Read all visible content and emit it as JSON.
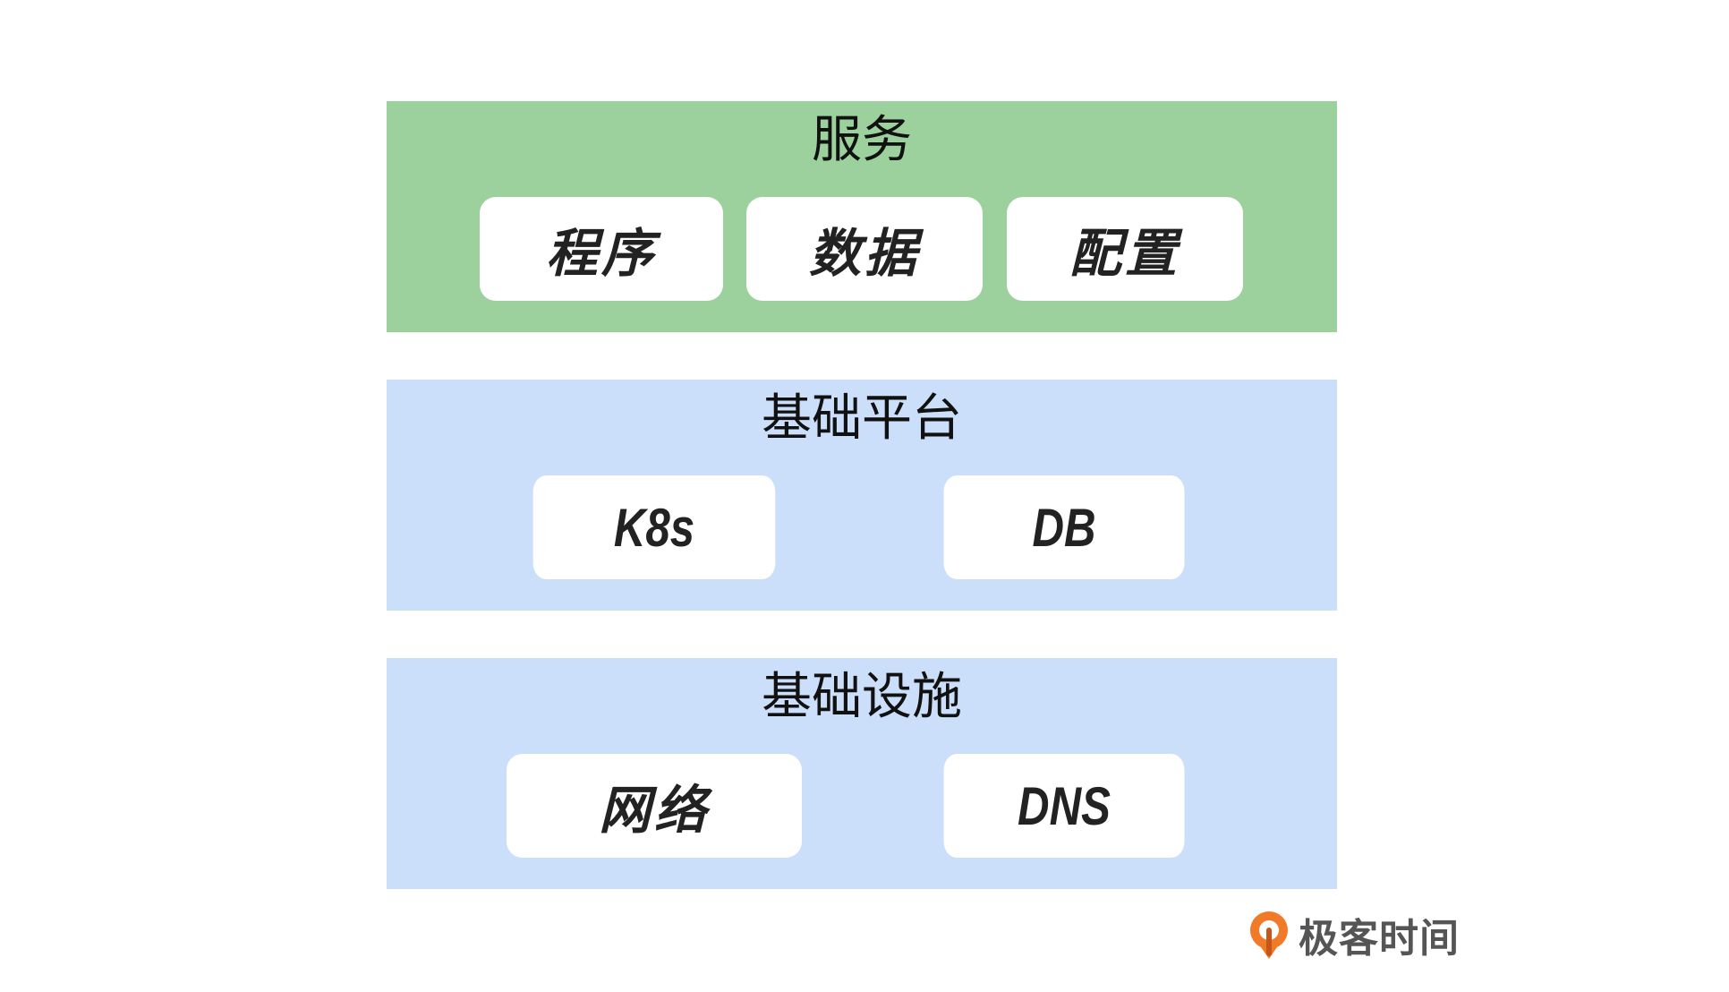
{
  "layers": {
    "services": {
      "title": "服务",
      "items": [
        "程序",
        "数据",
        "配置"
      ],
      "color": "#9cd09d"
    },
    "platform": {
      "title": "基础平台",
      "items": [
        "K8s",
        "DB"
      ],
      "color": "#ccdffa"
    },
    "infrastructure": {
      "title": "基础设施",
      "items": [
        "网络",
        "DNS"
      ],
      "color": "#ccdffa"
    }
  },
  "watermark": {
    "text": "极客时间",
    "icon": "geektime-logo-icon",
    "accent": "#f07a28"
  }
}
